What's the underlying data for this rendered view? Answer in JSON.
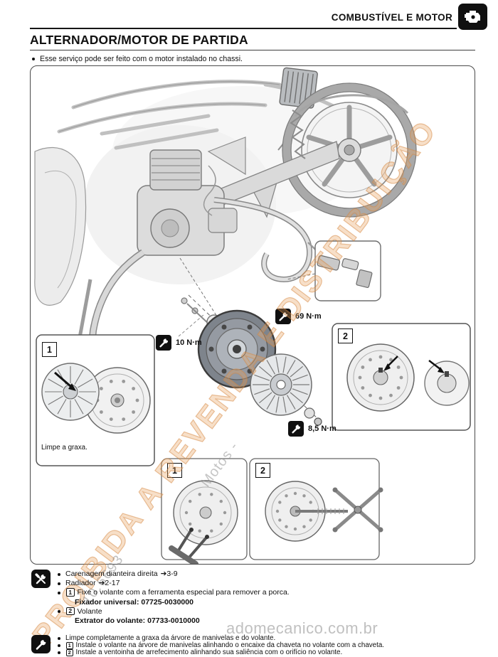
{
  "header": {
    "chapter": "COMBUSTÍVEL E MOTOR"
  },
  "page": {
    "title": "ALTERNADOR/MOTOR DE PARTIDA",
    "intro": "Esse serviço pode ser feito com o motor instalado no chassi."
  },
  "figure": {
    "torques": [
      "10 N·m",
      "69 N·m",
      "8,5 N·m"
    ],
    "callouts": {
      "top_left": "1",
      "top_right": "2",
      "bottom_left": "1",
      "bottom_right": "2"
    },
    "inset_caption": "Limpe a graxa."
  },
  "watermark": {
    "diagonal": "PROIBIDA A REVENDA E DISTRIBUIÇÃO",
    "numbers": "10.6693",
    "motos": "Motos -",
    "url": "adomecanico.com.br"
  },
  "removal": {
    "items": [
      {
        "text": "Carenagem dianteira direita",
        "ref": "➔3-9"
      },
      {
        "text": "Radiador",
        "ref": "➔2-17"
      }
    ],
    "step1": {
      "num": "1",
      "text": "Fixe o volante com a ferramenta especial para remover a porca.",
      "tool": "Fixador universal: 07725-0030000"
    },
    "step2": {
      "num": "2",
      "text": "Volante",
      "tool": "Extrator do volante: 07733-0010000"
    }
  },
  "install": {
    "bullet": "Limpe completamente a graxa da árvore de manivelas e do volante.",
    "step1": {
      "num": "1",
      "text": "Instale o volante na árvore de manivelas alinhando o encaixe da chaveta no volante com a chaveta."
    },
    "step2": {
      "num": "2",
      "text": "Instale a ventoinha de arrefecimento alinhando sua saliência com o orifício no volante."
    }
  }
}
